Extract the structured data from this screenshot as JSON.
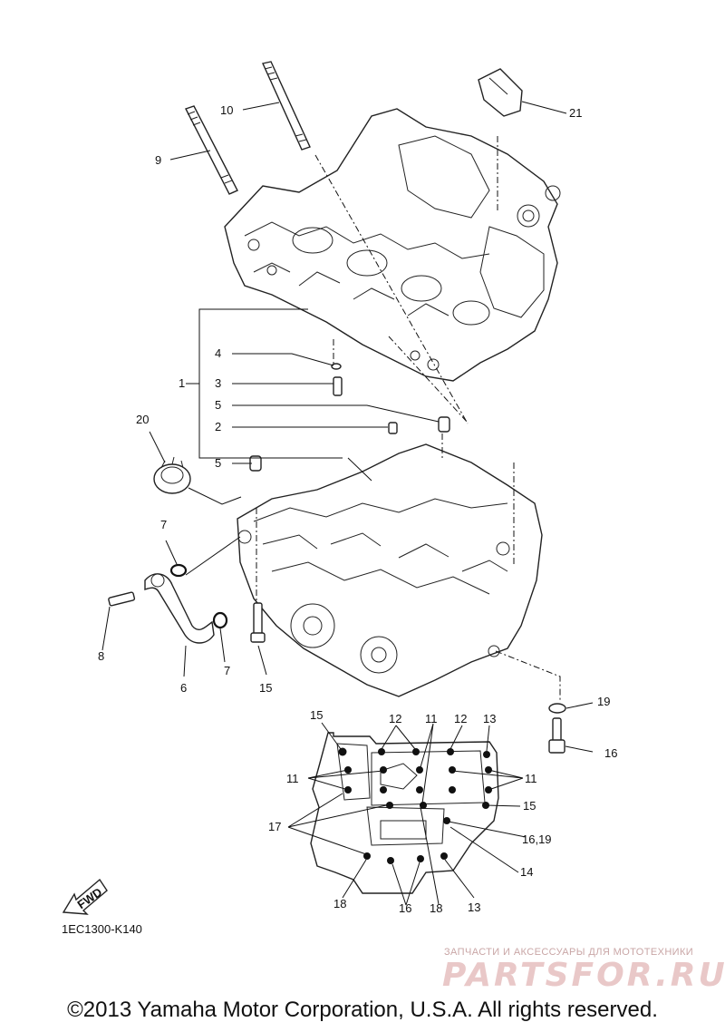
{
  "callouts": {
    "c1": "1",
    "c2": "2",
    "c3": "3",
    "c4": "4",
    "c5a": "5",
    "c5b": "5",
    "c6": "6",
    "c7a": "7",
    "c7b": "7",
    "c8": "8",
    "c9": "9",
    "c10": "10",
    "c11a": "11",
    "c11b": "11",
    "c11c": "11",
    "c12a": "12",
    "c12b": "12",
    "c13a": "13",
    "c13b": "13",
    "c14": "14",
    "c15a": "15",
    "c15b": "15",
    "c15c": "15",
    "c16a": "16",
    "c16b": "16",
    "c16_19": "16,19",
    "c17": "17",
    "c18a": "18",
    "c18b": "18",
    "c19": "19",
    "c20": "20",
    "c21": "21"
  },
  "fwd_label": "FWD",
  "catalog_code": "1EC1300-K140",
  "watermark": {
    "tagline": "ЗАПЧАСТИ И АКСЕССУАРЫ ДЛЯ МОТОТЕХНИКИ",
    "brand": "PARTSFOR.RU"
  },
  "copyright": "©2013 Yamaha Motor Corporation, U.S.A. All rights reserved."
}
